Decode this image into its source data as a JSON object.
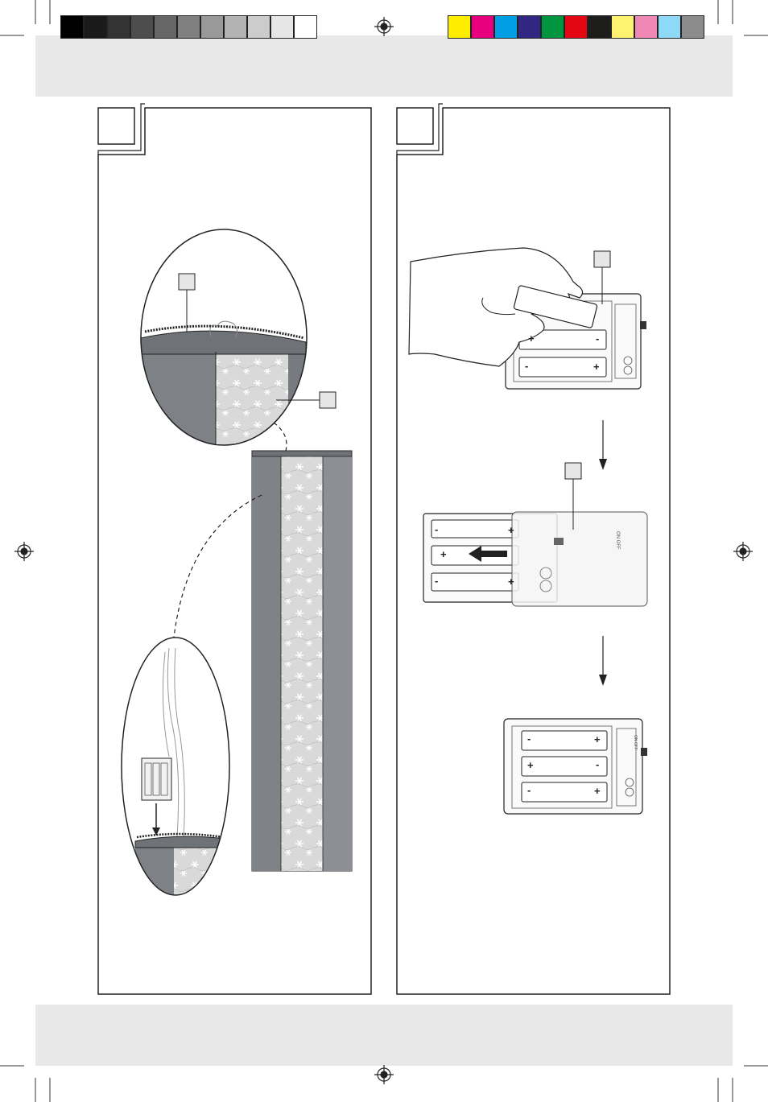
{
  "document": {
    "type": "assembly-instructions-page",
    "panels": [
      {
        "id": "panel-left",
        "step_number": "",
        "description": "light curtain with battery box placed in top hem"
      },
      {
        "id": "panel-right",
        "step_number": "",
        "description": "inserting batteries into battery compartment and closing cover"
      }
    ]
  },
  "color_bars": {
    "grayscale": [
      "#000000",
      "#1a1a1a",
      "#333333",
      "#4d4d4d",
      "#666666",
      "#808080",
      "#999999",
      "#b3b3b3",
      "#cccccc",
      "#e6e6e6",
      "#ffffff"
    ],
    "process": [
      "#ffed00",
      "#e6007e",
      "#009fe3",
      "#312783",
      "#009640",
      "#e30613",
      "#1d1d1b",
      "#fff270",
      "#f088b6",
      "#8ed8f8",
      "#8c8c8c"
    ]
  },
  "battery_box": {
    "plus_sign": "+",
    "minus_sign": "-",
    "switch_label": "ON OFF"
  }
}
